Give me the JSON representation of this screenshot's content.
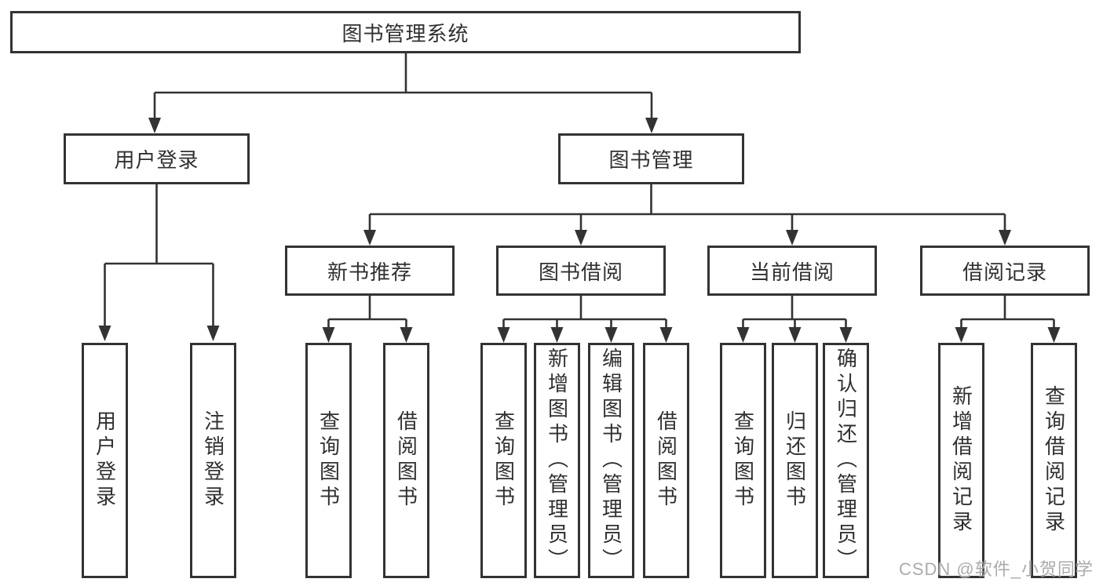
{
  "watermark": "CSDN @软件_小贺同学",
  "colors": {
    "line": "#333333",
    "box_border": "#333333",
    "text": "#303030",
    "watermark": "#ababab",
    "background": "#ffffff"
  },
  "nodes": {
    "root": "图书管理系统",
    "login": "用户登录",
    "manage": "图书管理",
    "login_children": [
      "用户登录",
      "注销登录"
    ],
    "manage_children": [
      "新书推荐",
      "图书借阅",
      "当前借阅",
      "借阅记录"
    ],
    "recommend_children": [
      "查询图书",
      "借阅图书"
    ],
    "borrow_children": [
      "查询图书",
      "新增图书（管理员）",
      "编辑图书（管理员）",
      "借阅图书"
    ],
    "current_children": [
      "查询图书",
      "归还图书",
      "确认归还（管理员）"
    ],
    "records_children": [
      "新增借阅记录",
      "查询借阅记录"
    ]
  }
}
